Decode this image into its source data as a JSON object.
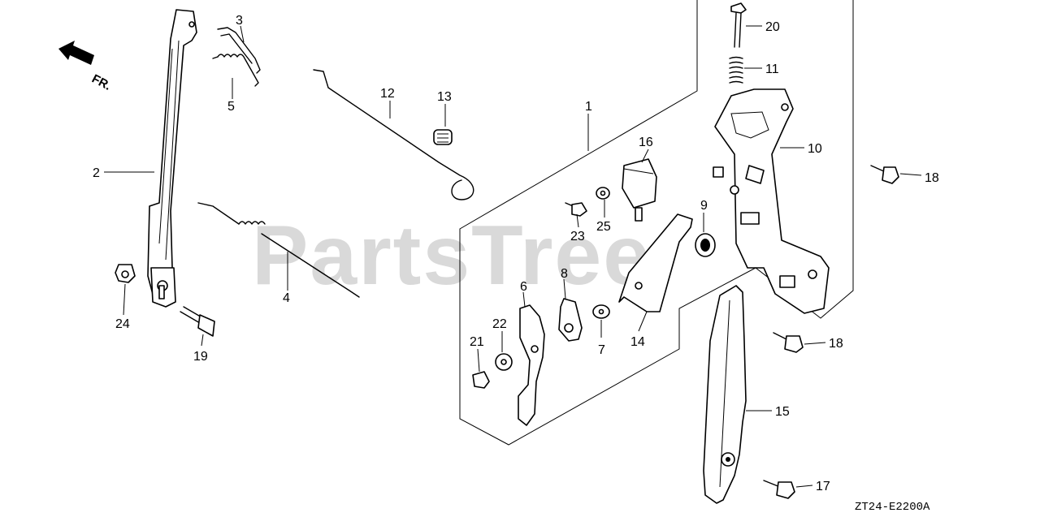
{
  "watermark": "PartsTree",
  "direction_marker": "FR.",
  "diagram_code": "ZT24-E2200A",
  "callouts": [
    {
      "id": "c1",
      "text": "1"
    },
    {
      "id": "c2",
      "text": "2"
    },
    {
      "id": "c3",
      "text": "3"
    },
    {
      "id": "c4",
      "text": "4"
    },
    {
      "id": "c5",
      "text": "5"
    },
    {
      "id": "c6",
      "text": "6"
    },
    {
      "id": "c7",
      "text": "7"
    },
    {
      "id": "c8",
      "text": "8"
    },
    {
      "id": "c9",
      "text": "9"
    },
    {
      "id": "c10",
      "text": "10"
    },
    {
      "id": "c11",
      "text": "11"
    },
    {
      "id": "c12",
      "text": "12"
    },
    {
      "id": "c13",
      "text": "13"
    },
    {
      "id": "c14",
      "text": "14"
    },
    {
      "id": "c15",
      "text": "15"
    },
    {
      "id": "c16",
      "text": "16"
    },
    {
      "id": "c17",
      "text": "17"
    },
    {
      "id": "c18a",
      "text": "18"
    },
    {
      "id": "c18b",
      "text": "18"
    },
    {
      "id": "c19",
      "text": "19"
    },
    {
      "id": "c20",
      "text": "20"
    },
    {
      "id": "c21",
      "text": "21"
    },
    {
      "id": "c22",
      "text": "22"
    },
    {
      "id": "c23",
      "text": "23"
    },
    {
      "id": "c24",
      "text": "24"
    },
    {
      "id": "c25",
      "text": "25"
    }
  ]
}
